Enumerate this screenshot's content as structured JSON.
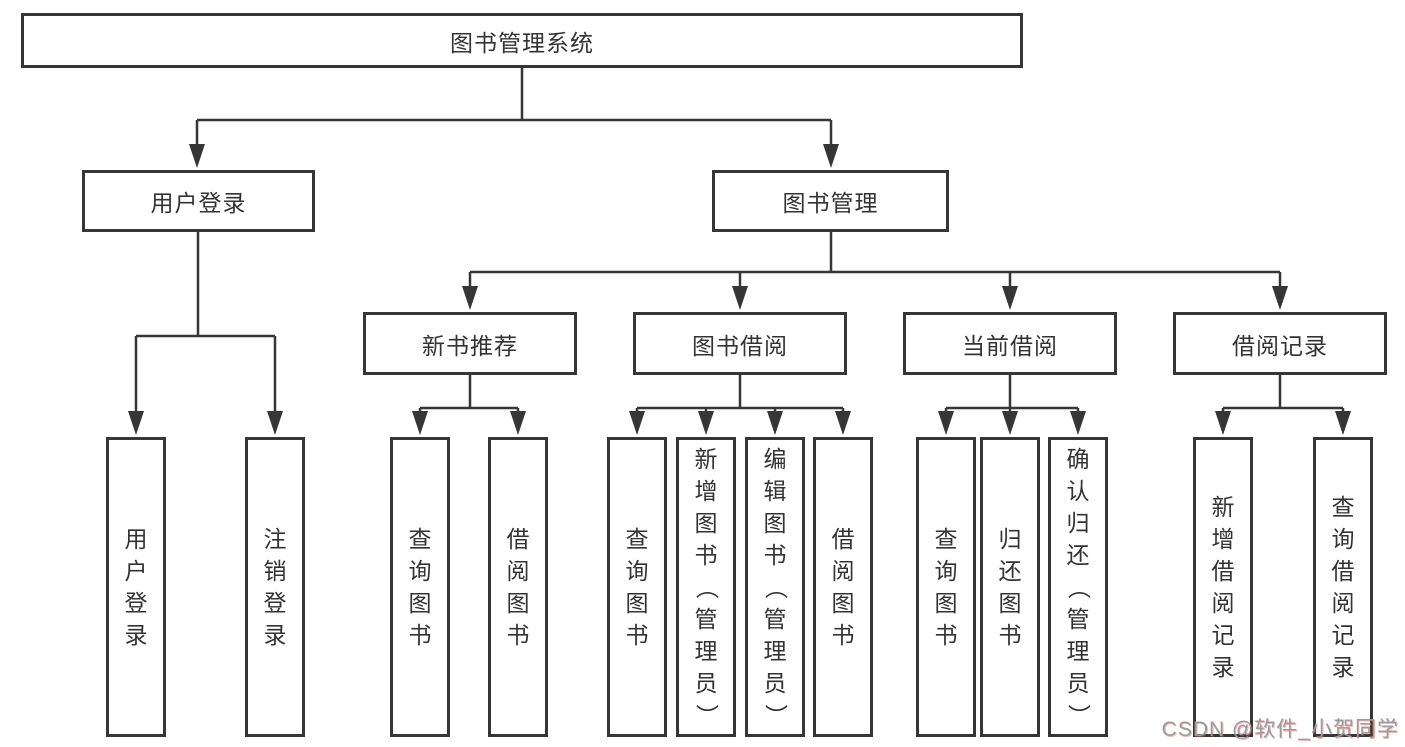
{
  "diagram": {
    "root": {
      "label": "图书管理系统"
    },
    "level2": [
      {
        "label": "用户登录"
      },
      {
        "label": "图书管理"
      }
    ],
    "level3": [
      {
        "label": "新书推荐"
      },
      {
        "label": "图书借阅"
      },
      {
        "label": "当前借阅"
      },
      {
        "label": "借阅记录"
      }
    ],
    "leaves": {
      "user_login": [
        {
          "label": "用户登录"
        },
        {
          "label": "注销登录"
        }
      ],
      "new_book_recommend": [
        {
          "label": "查询图书"
        },
        {
          "label": "借阅图书"
        }
      ],
      "book_borrow": [
        {
          "label": "查询图书"
        },
        {
          "label": "新增图书（管理员）"
        },
        {
          "label": "编辑图书（管理员）"
        },
        {
          "label": "借阅图书"
        }
      ],
      "current_borrow": [
        {
          "label": "查询图书"
        },
        {
          "label": "归还图书"
        },
        {
          "label": "确认归还（管理员）"
        }
      ],
      "borrow_record": [
        {
          "label": "新增借阅记录"
        },
        {
          "label": "查询借阅记录"
        }
      ]
    }
  },
  "watermark": {
    "text": "CSDN @软件_小贺同学"
  },
  "colors": {
    "line": "#363636",
    "box_border": "#363636",
    "text": "#333333",
    "background": "#ffffff",
    "watermark_gray": "#9b9b9b",
    "watermark_shadow": "#e06060"
  }
}
